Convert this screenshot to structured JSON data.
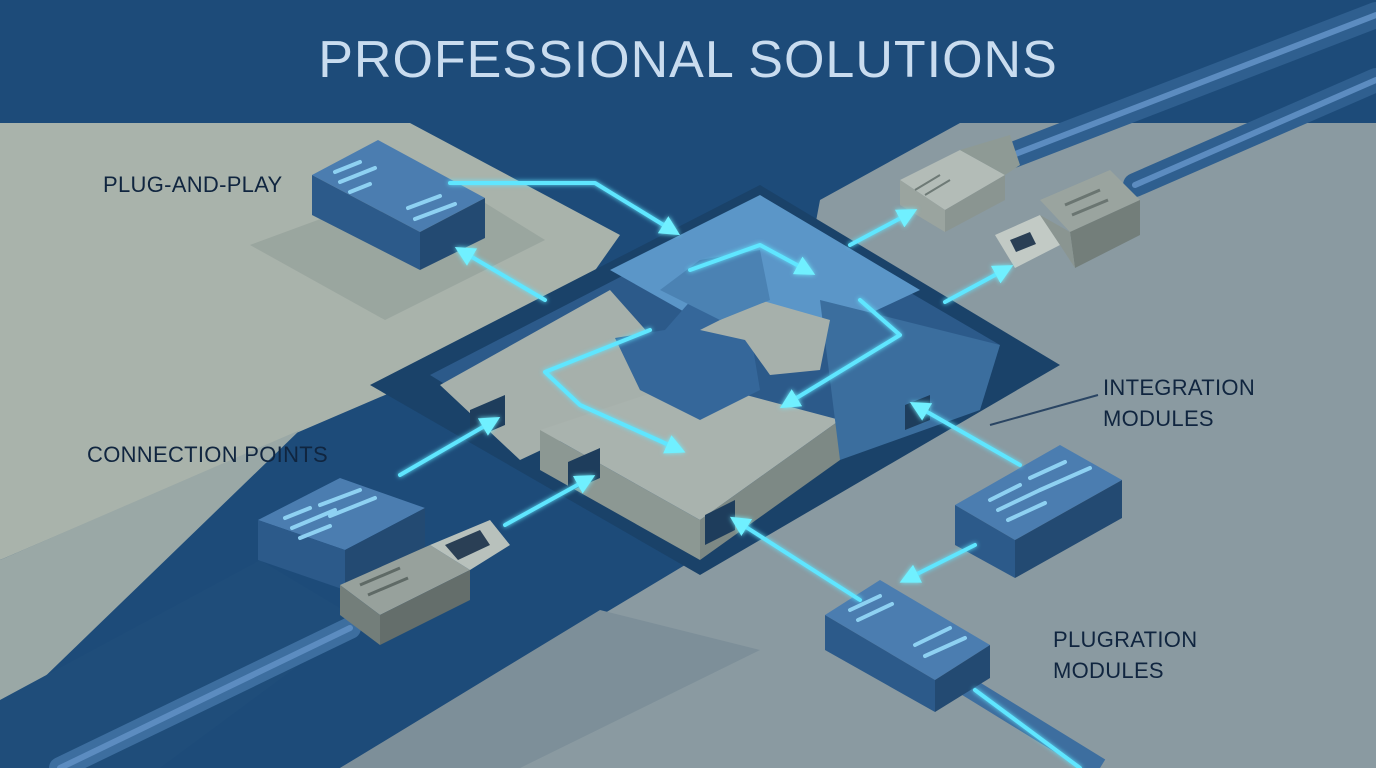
{
  "title": "PROFESSIONAL SOLUTIONS",
  "labels": {
    "plug_and_play": "PLUG-AND-PLAY",
    "connection_points": "CONNECTION POINTS",
    "integration_modules": [
      "INTEGRATION",
      "MODULES"
    ],
    "plugration_modules": [
      "PLUGRATION",
      "MODULES"
    ]
  },
  "colors": {
    "banner": "#1d4b79",
    "floor_light": "#a9b3ab",
    "floor_gray": "#8a9aa1",
    "module_blue": "#3b6e9e",
    "puzzle_light": "#a6b0ab",
    "glow_arrow": "#5fe6ff",
    "label_text": "#10253f"
  }
}
